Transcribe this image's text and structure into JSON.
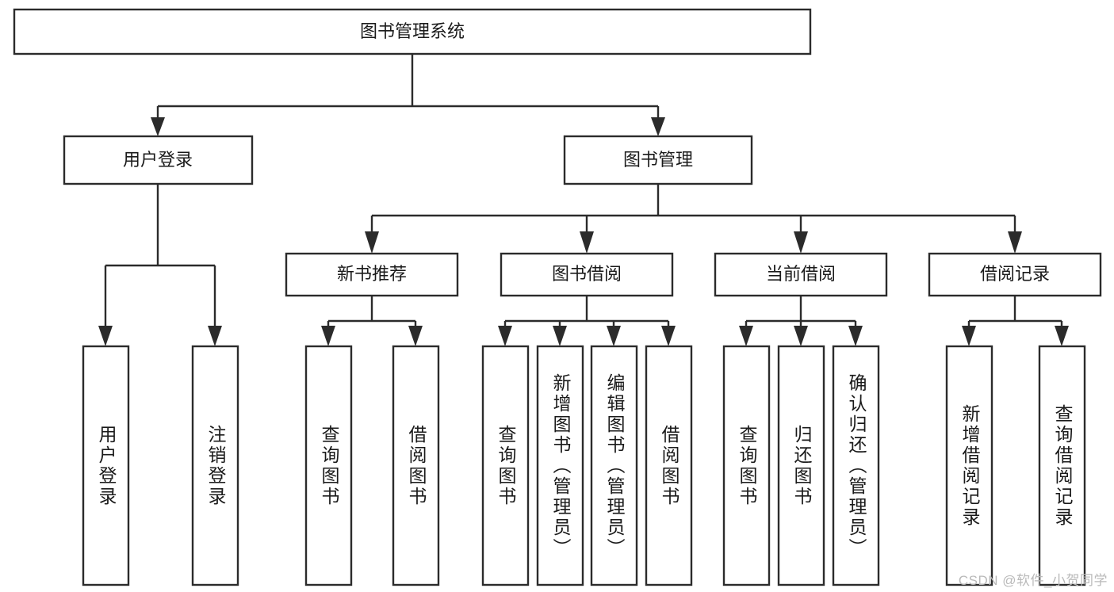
{
  "diagram": {
    "title": "图书管理系统",
    "type": "tree-hierarchy-diagram",
    "root": {
      "label": "图书管理系统"
    },
    "level2": [
      {
        "label": "用户登录"
      },
      {
        "label": "图书管理"
      }
    ],
    "level3": [
      {
        "label": "新书推荐"
      },
      {
        "label": "图书借阅"
      },
      {
        "label": "当前借阅"
      },
      {
        "label": "借阅记录"
      }
    ],
    "leaves": {
      "user_login": [
        {
          "label": "用户登录"
        },
        {
          "label": "注销登录"
        }
      ],
      "new_book_recommend": [
        {
          "label": "查询图书"
        },
        {
          "label": "借阅图书"
        }
      ],
      "book_borrow": [
        {
          "label": "查询图书"
        },
        {
          "label": "新增图书（管理员）"
        },
        {
          "label": "编辑图书（管理员）"
        },
        {
          "label": "借阅图书"
        }
      ],
      "current_borrow": [
        {
          "label": "查询图书"
        },
        {
          "label": "归还图书"
        },
        {
          "label": "确认归还（管理员）"
        }
      ],
      "borrow_record": [
        {
          "label": "新增借阅记录"
        },
        {
          "label": "查询借阅记录"
        }
      ]
    }
  },
  "watermark": {
    "text": "CSDN @软件_小贺同学"
  },
  "colors": {
    "stroke": "#2b2b2b",
    "box_fill": "#ffffff",
    "text": "#1a1a1a",
    "background": "#ffffff",
    "watermark": "#b9b9b9"
  }
}
